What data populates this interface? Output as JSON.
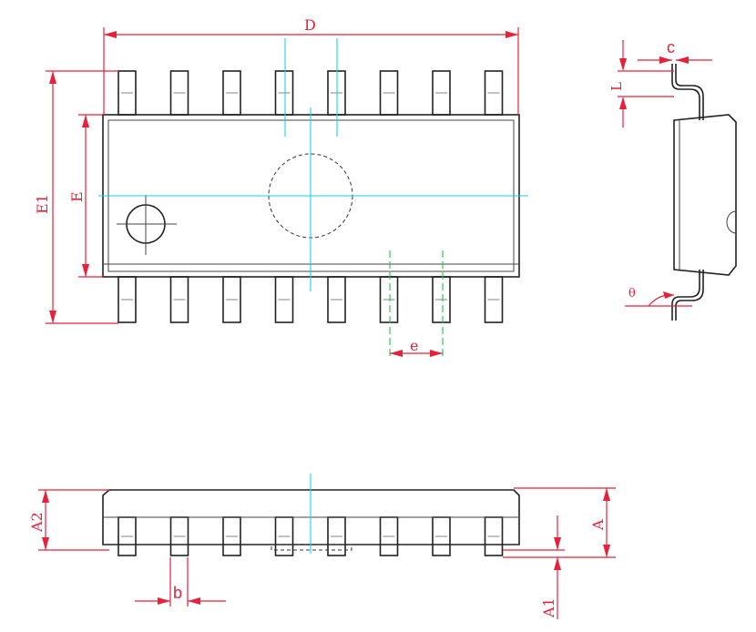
{
  "labels": {
    "D": "D",
    "E": "E",
    "E1": "E1",
    "e": "e",
    "c": "c",
    "L": "L",
    "theta": "θ",
    "A": "A",
    "A1": "A1",
    "A2": "A2",
    "b": "b"
  },
  "package": {
    "pins_per_side": 8
  },
  "colors": {
    "dimension": "#e8203a",
    "centerline": "#1ad3e8",
    "pitch_marker": "#18c84a",
    "outline": "#222222"
  }
}
